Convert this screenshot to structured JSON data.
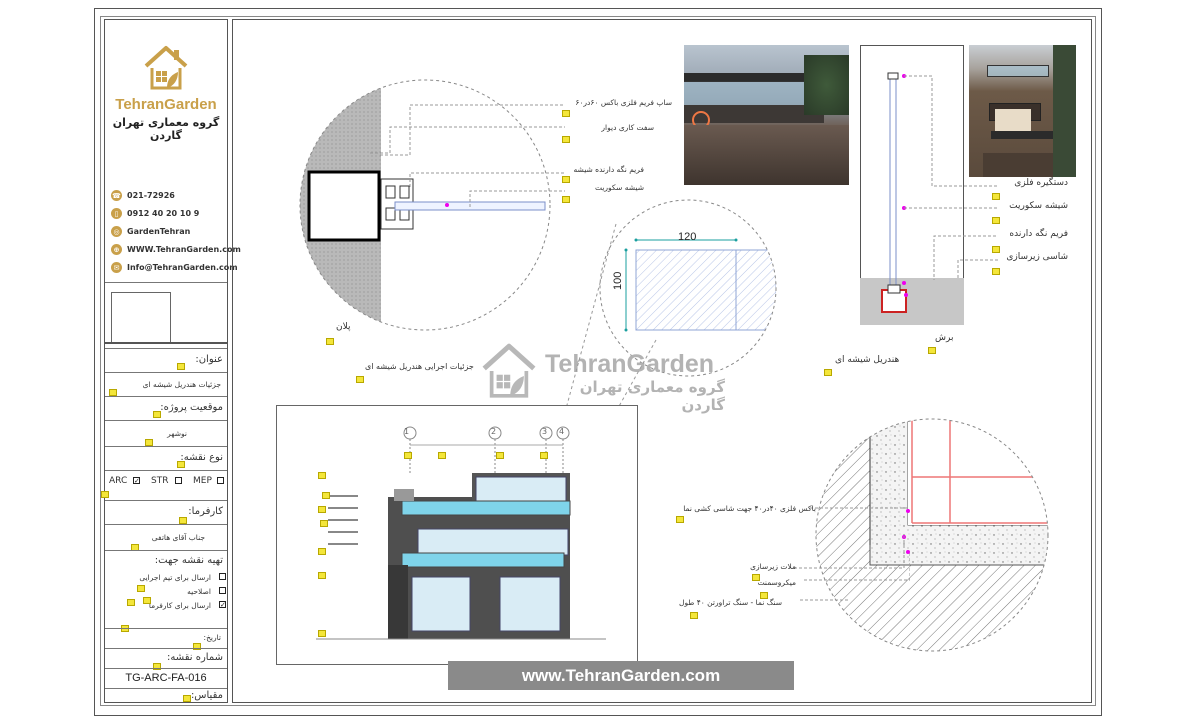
{
  "brand": {
    "name": "TehranGarden",
    "tagline": "گروه معماری تهران گاردن",
    "accent": "#c9a04a"
  },
  "contacts": [
    {
      "icon": "phone-icon",
      "text": "021-72926"
    },
    {
      "icon": "mobile-icon",
      "text": "0912 40 20 10 9"
    },
    {
      "icon": "instagram-icon",
      "text": "GardenTehran"
    },
    {
      "icon": "globe-icon",
      "text": "WWW.TehranGarden.com"
    },
    {
      "icon": "mail-icon",
      "text": "Info@TehranGarden.com"
    }
  ],
  "title_block": {
    "title_label": "عنوان:",
    "title_value": "جزئیات هندریل شیشه ای",
    "location_label": "موقعیت پروژه:",
    "location_value": "نوشهر",
    "type_label": "نوع نقشه:",
    "types": [
      {
        "label": "ARC",
        "checked": true
      },
      {
        "label": "STR",
        "checked": false
      },
      {
        "label": "MEP",
        "checked": false
      }
    ],
    "client_label": "کارفرما:",
    "client_value": "جناب آقای هاتفی",
    "purpose_label": "تهیه نقشه جهت:",
    "purposes": [
      {
        "label": "ارسال برای تیم اجرایی",
        "checked": false
      },
      {
        "label": "اصلاحیه",
        "checked": false
      },
      {
        "label": "ارسال برای کارفرما",
        "checked": true
      }
    ],
    "date_label": "تاریخ:",
    "number_label": "شماره نقشه:",
    "number_value": "TG-ARC-FA-016",
    "scale_label": "مقیاس:"
  },
  "plan_detail": {
    "caption": "پلان",
    "notes": [
      "ساپ فریم فلزی باکس ۶۰در۶۰",
      "سفت کاری دیوار",
      "فریم نگه دارنده شیشه",
      "شیشه سکوریت"
    ]
  },
  "dimension_detail": {
    "width": "120",
    "height": "100"
  },
  "section_detail": {
    "caption": "برش",
    "subcaption": "هندریل شیشه ای",
    "notes": [
      "دستگیره فلزی",
      "شیشه سکوریت",
      "فریم نگه دارنده",
      "شاسی زیرسازی"
    ]
  },
  "elevation": {
    "caption": "جزئیات اجرایی هندریل شیشه ای",
    "axes": [
      "1",
      "2",
      "3",
      "4"
    ]
  },
  "corner_detail": {
    "notes": [
      "باکس فلزی ۴۰در۴۰ جهت شاسی کشی نما",
      "ملات زیرسازی",
      "میکروسمنت",
      "سنگ نما - سنگ تراورتن ۴۰ طول"
    ]
  },
  "watermark": {
    "name": "TehranGarden",
    "tagline": "گروه معماری تهران گاردن"
  },
  "url": "www.TehranGarden.com"
}
